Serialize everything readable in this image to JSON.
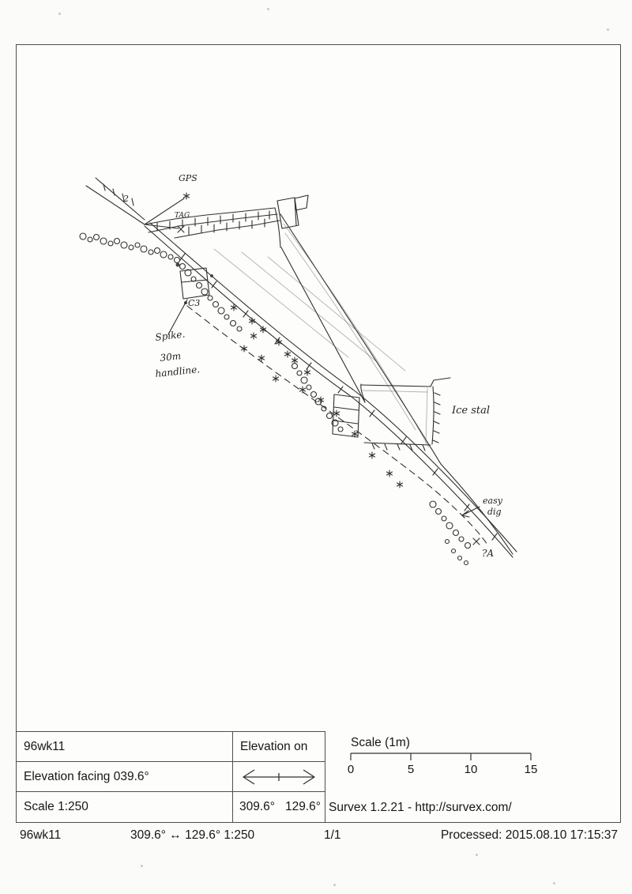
{
  "colors": {
    "paper": "#fbfbf9",
    "ink": "#2f2f2f",
    "frame_line": "#4e4e4e"
  },
  "icons": {
    "elevation_direction": "double-headed-arrow",
    "station_marker": "x-cross"
  },
  "sketch": {
    "annotations": {
      "gps": "GPS",
      "station_2": "2",
      "tag": "TAG",
      "c3": "C3",
      "spike": "Spike.",
      "handline_length": "30m",
      "handline": "handline.",
      "ice_stal": "Ice stal",
      "easy": "easy",
      "dig": "dig",
      "station_a": "?A"
    }
  },
  "title_block": {
    "survey_name": "96wk11",
    "elevation_facing": "Elevation facing 039.6°",
    "scale": "Scale 1:250",
    "elevation_on": "Elevation on",
    "bearing_left": "309.6°",
    "bearing_right": "129.6°",
    "scale_bar_title": "Scale (1m)",
    "scale_ticks": [
      "0",
      "5",
      "10",
      "15"
    ],
    "survex_credit": "Survex 1.2.21 - http://survex.com/"
  },
  "footer": {
    "survey_name": "96wk11",
    "bearing_scale": "309.6° ↔ 129.6° 1:250",
    "page_number": "1/1",
    "processed": "Processed: 2015.08.10 17:15:37"
  }
}
